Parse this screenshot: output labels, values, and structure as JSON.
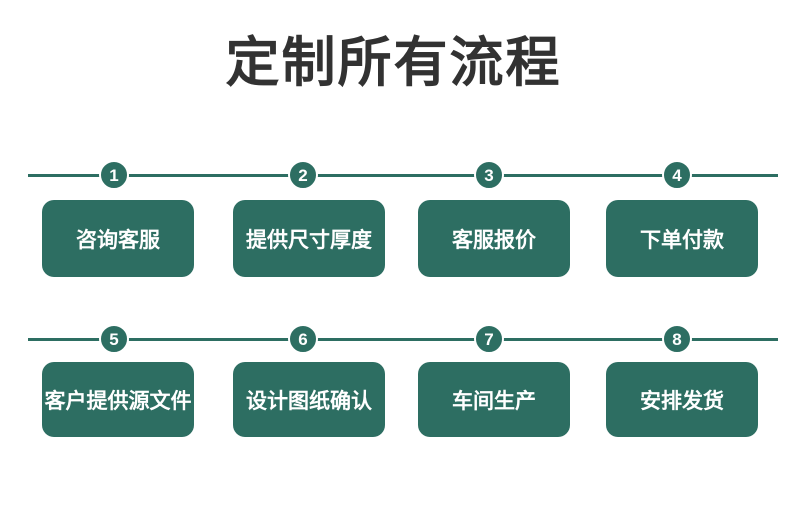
{
  "title": "定制所有流程",
  "colors": {
    "accent_green": "#2d6e62",
    "title_text": "#323232",
    "step_text": "#ffffff",
    "background": "#ffffff"
  },
  "rows": [
    {
      "steps": [
        {
          "number": "1",
          "label": "咨询客服"
        },
        {
          "number": "2",
          "label": "提供尺寸厚度"
        },
        {
          "number": "3",
          "label": "客服报价"
        },
        {
          "number": "4",
          "label": "下单付款"
        }
      ]
    },
    {
      "steps": [
        {
          "number": "5",
          "label": "客户提供源文件"
        },
        {
          "number": "6",
          "label": "设计图纸确认"
        },
        {
          "number": "7",
          "label": "车间生产"
        },
        {
          "number": "8",
          "label": "安排发货"
        }
      ]
    }
  ]
}
